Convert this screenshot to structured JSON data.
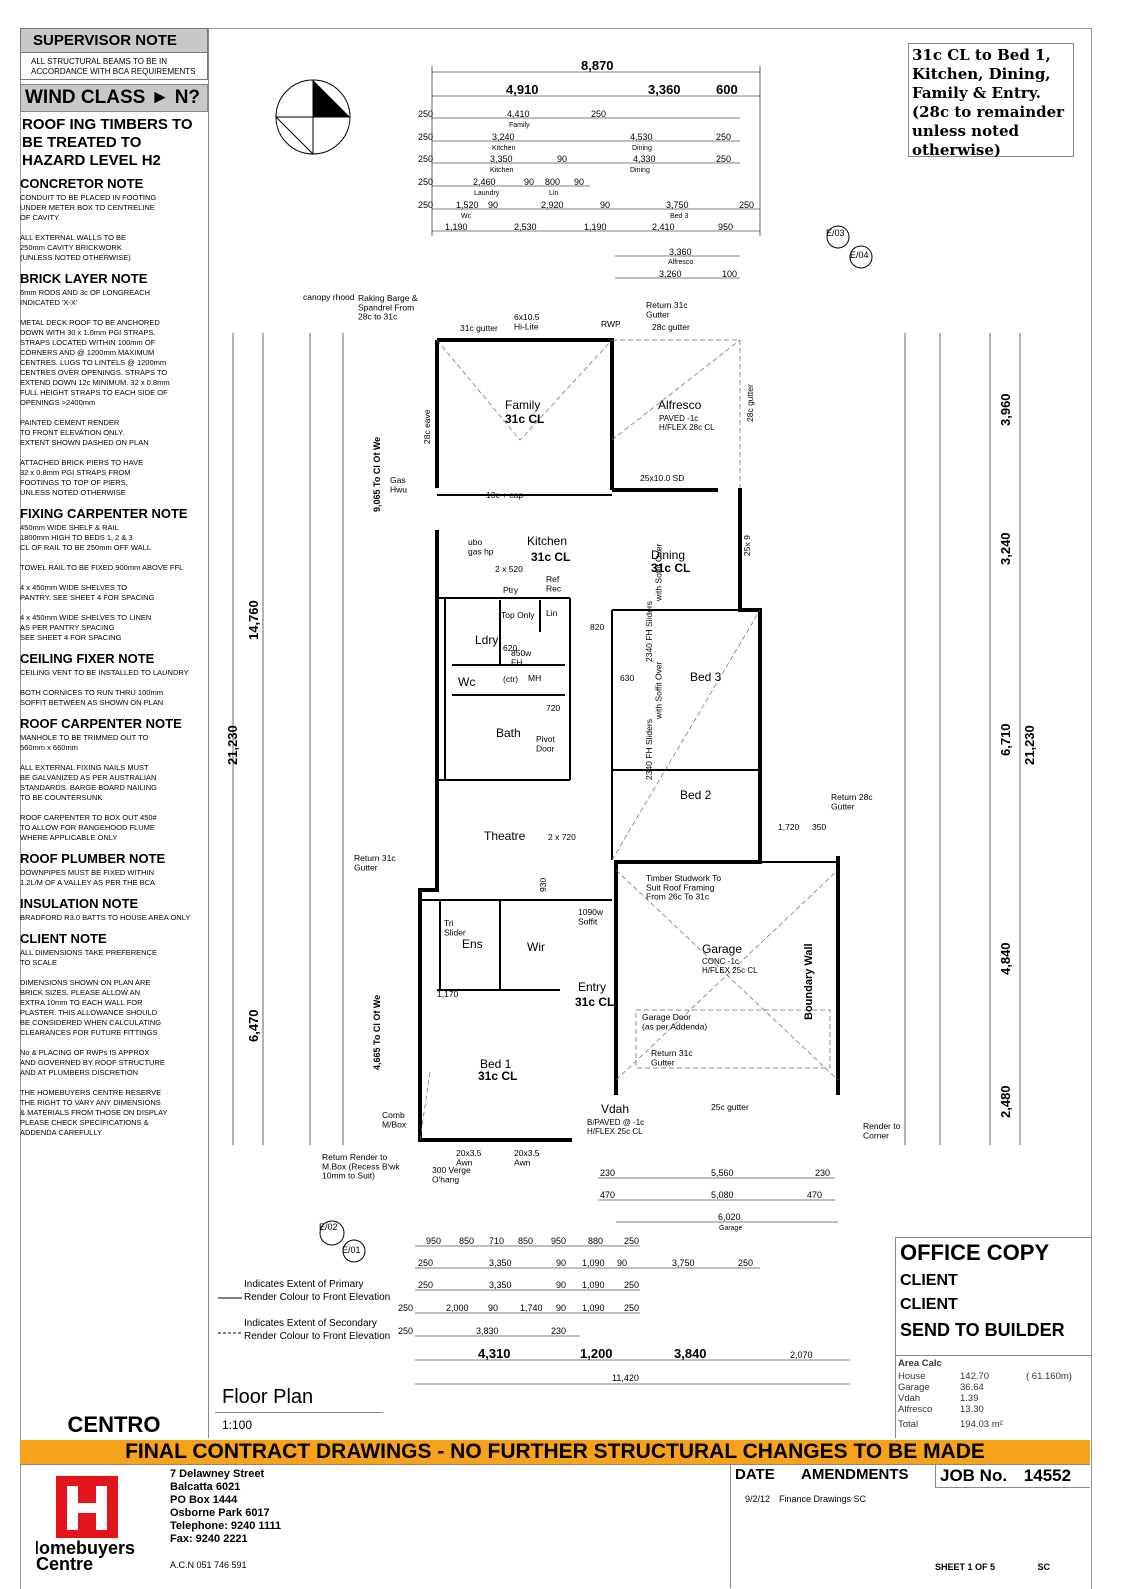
{
  "supervisor": {
    "title": "SUPERVISOR NOTE",
    "text": "ALL STRUCTURAL BEAMS TO BE IN ACCORDANCE WITH BCA REQUIREMENTS"
  },
  "wind_class": "WIND CLASS  ► N?",
  "roofing_note": "ROOF ING TIMBERS TO BE TREATED TO HAZARD LEVEL H2",
  "notes": [
    {
      "heading": "CONCRETOR NOTE",
      "text": "CONDUIT TO BE PLACED IN FOOTING\nUNDER METER BOX TO CENTRELINE\nOF CAVITY\n\nALL EXTERNAL WALLS TO BE\n250mm CAVITY BRICKWORK\n(UNLESS NOTED OTHERWISE)"
    },
    {
      "heading": "BRICK LAYER NOTE",
      "text": "6mm RODS AND 3c OF LONGREACH\nINDICATED 'X-X'\n\nMETAL DECK ROOF TO BE ANCHORED\nDOWN WITH 30 x 1.0mm PGI STRAPS.\nSTRAPS LOCATED WITHIN 100mm OF\nCORNERS AND @ 1200mm MAXIMUM\nCENTRES. LUGS TO LINTELS @ 1200mm\nCENTRES OVER OPENINGS. STRAPS TO\nEXTEND DOWN 12c MINIMUM. 32 x 0.8mm\nFULL HEIGHT STRAPS TO EACH SIDE OF\nOPENINGS >2400mm\n\nPAINTED CEMENT RENDER\nTO FRONT ELEVATION ONLY.\nEXTENT SHOWN DASHED ON PLAN\n\nATTACHED BRICK PIERS TO HAVE\n32 x 0.8mm PGI STRAPS FROM\nFOOTINGS TO TOP OF PIERS,\nUNLESS NOTED OTHERWISE"
    },
    {
      "heading": "FIXING CARPENTER NOTE",
      "text": "450mm WIDE SHELF & RAIL\n1800mm HIGH TO BEDS 1, 2 & 3\nCL OF RAIL TO BE 250mm OFF WALL\n\nTOWEL RAIL TO BE FIXED 900mm ABOVE FFL\n\n4 x 450mm WIDE SHELVES TO\nPANTRY. SEE SHEET 4 FOR SPACING\n\n4 x 450mm WIDE SHELVES TO LINEN\nAS PER PANTRY SPACING\nSEE SHEET 4 FOR SPACING"
    },
    {
      "heading": "CEILING FIXER NOTE",
      "text": "CEILING VENT TO BE INSTALLED TO LAUNDRY\n\nBOTH CORNICES TO RUN THRU 100mm\nSOFFIT BETWEEN AS SHOWN ON PLAN"
    },
    {
      "heading": "ROOF CARPENTER NOTE",
      "text": "MANHOLE TO BE TRIMMED OUT TO\n560mm x 660mm\n\nALL EXTERNAL FIXING NAILS MUST\nBE GALVANIZED AS PER AUSTRALIAN\nSTANDARDS. BARGE BOARD NAILING\nTO BE COUNTERSUNK\n\nROOF CARPENTER TO BOX OUT 450#\nTO ALLOW FOR RANGEHOOD FLUME\nWHERE APPLICABLE ONLY"
    },
    {
      "heading": "ROOF PLUMBER NOTE",
      "text": "DOWNPIPES MUST BE FIXED WITHIN\n1.2L/M OF A VALLEY AS PER THE BCA"
    },
    {
      "heading": "INSULATION NOTE",
      "text": "BRADFORD R3.0 BATTS TO HOUSE AREA ONLY"
    },
    {
      "heading": "CLIENT NOTE",
      "text": "ALL DIMENSIONS TAKE PREFERENCE\nTO SCALE\n\nDIMENSIONS SHOWN ON PLAN ARE\nBRICK SIZES. PLEASE ALLOW AN\nEXTRA 10mm TO EACH WALL FOR\nPLASTER. THIS ALLOWANCE SHOULD\nBE CONSIDERED WHEN CALCULATING\nCLEARANCES FOR FUTURE FITTINGS\n\nNo & PLACING OF RWPs IS APPROX\nAND GOVERNED BY ROOF STRUCTURE\nAND AT PLUMBERS DISCRETION\n\nTHE HOMEBUYERS CENTRE RESERVE\nTHE RIGHT TO VARY ANY DIMENSIONS\n& MATERIALS FROM THOSE ON DISPLAY\nPLEASE CHECK SPECIFICATIONS &\nADDENDA CAREFULLY"
    }
  ],
  "ceiling_box": "31c CL to Bed 1,\nKitchen, Dining,\nFamily & Entry.\n(28c to remainder\nunless noted\notherwise)",
  "plan": {
    "top_dims": {
      "overall": "8,870",
      "row1": [
        "4,910",
        "3,360",
        "600"
      ],
      "family": [
        "250",
        "4,410",
        "250"
      ],
      "family_label": "Family",
      "kitchen_dining": [
        "250",
        "3,240",
        "4,530",
        "250"
      ],
      "kitchen_dining_labels": [
        "Kitchen",
        "Dining"
      ],
      "kitchen_dining2": [
        "250",
        "3,350",
        "90",
        "4,330",
        "250"
      ],
      "laundry": [
        "250",
        "2,460",
        "90",
        "800",
        "90"
      ],
      "laundry_labels": [
        "Laundry",
        "Lin"
      ],
      "wc_row": [
        "250",
        "1,520",
        "90",
        "2,920",
        "90",
        "3,750",
        "250"
      ],
      "wc_labels": [
        "Wc",
        "Bed 3"
      ],
      "bottom_row": [
        "1,190",
        "2,530",
        "1,190",
        "2,410",
        "950"
      ],
      "alfresco": [
        "3,360",
        "3,260",
        "100"
      ],
      "alfresco_label": "Alfresco"
    },
    "rooms": {
      "family": "Family",
      "family_cl": "31c CL",
      "alfresco": "Alfresco",
      "alfresco_sub": "PAVED -1c\nH/FLEX  28c CL",
      "kitchen": "Kitchen",
      "kitchen_cl": "31c CL",
      "dining": "Dining",
      "dining_cl": "31c CL",
      "ldry": "Ldry",
      "wc": "Wc",
      "bath": "Bath",
      "bed3": "Bed 3",
      "bed2": "Bed 2",
      "theatre": "Theatre",
      "ens": "Ens",
      "wir": "Wir",
      "entry": "Entry",
      "entry_cl": "31c CL",
      "garage": "Garage",
      "garage_sub": "CONC -1c\nH/FLEX  25c CL",
      "bed1": "Bed 1",
      "bed1_cl": "31c CL",
      "vdah": "Vdah",
      "vdah_sub": "B/PAVED @ -1c\nH/FLEX  25c CL"
    },
    "labels": {
      "canopy": "canopy rhood",
      "raking": "Raking Barge &\nSpandrel From\n28c to 31c",
      "gutter31": "31c gutter",
      "hilite": "6x10.5\nHi-Lite",
      "rwp": "RWP",
      "return31": "Return 31c\nGutter",
      "gutter28": "28c gutter",
      "eave28": "28c eave",
      "gutter28v": "28c gutter",
      "sd": "25x10.0 SD",
      "gas": "Gas\nHwu",
      "cap": "13c + cap",
      "ubo": "ubo\ngas hp",
      "k520": "2 x 520",
      "ptry": "Ptry",
      "ref": "Ref\nRec",
      "topony": "Top Only",
      "lin": "Lin",
      "w850": "850w\nFH",
      "ctr": "(ctr)",
      "mh": "MH",
      "d820a": "820",
      "d630": "630",
      "sliders": "2340 FH Sliders\nwith Soffit Over",
      "d720": "720",
      "pivot": "Pivot\nDoor",
      "d620": "620",
      "return28": "Return 28c\nGutter",
      "dim1720": "1,720",
      "dim350": "350",
      "timber": "Timber Studwork To\nSuit Roof Framing\nFrom 26c To 31c",
      "boundary": "Boundary Wall",
      "garage_door": "Garage Door\n(as per Addenda)",
      "return31b": "Return 31c\nGutter",
      "gutter25": "25c gutter",
      "render_corner": "Render to\nCorner",
      "comb": "Comb\nM/Box",
      "return_render": "Return Render to\nM.Box (Recess B'wk\n10mm to Suit)",
      "verge": "300 Verge\nO'hang",
      "awn1": "20x3.5\nAwn",
      "awn2": "20x3.5\nAwn",
      "soffit1090": "1090w\nSoffit",
      "d1170": "1,170",
      "return31c": "Return 31c\nGutter",
      "eave25": "25x 9",
      "x2720": "2 x 720",
      "d930": "930",
      "tri": "Tri\nSlider",
      "cl_we1": "9,065 To Cl Of We",
      "cl_we2": "4,665 To Cl Of We"
    },
    "left_dims": {
      "overall": "21,230",
      "upper": "14,760",
      "lower": "6,470"
    },
    "right_dims": [
      "3,960",
      "3,240",
      "6,710",
      "4,840",
      "2,480"
    ],
    "right_overall": "21,230",
    "bottom_dims": {
      "row_a": [
        "230",
        "5,560",
        "230"
      ],
      "row_b": [
        "470",
        "5,080",
        "470"
      ],
      "garage": "6,020",
      "garage_label": "Garage",
      "row_c": [
        "950",
        "850",
        "710",
        "850",
        "950",
        "880",
        "250"
      ],
      "theatre": [
        "250",
        "3,350",
        "90",
        "1,090",
        "90",
        "3,750",
        "250"
      ],
      "theatre2": [
        "250",
        "3,350",
        "90",
        "1,090",
        "250"
      ],
      "ens": [
        "250",
        "2,000",
        "90",
        "1,740",
        "90",
        "1,090",
        "250"
      ],
      "bed1": [
        "250",
        "3,830",
        "230"
      ],
      "totals": [
        "4,310",
        "1,200",
        "3,840",
        "2,070"
      ],
      "overall": "11,420"
    },
    "legend": {
      "primary": "Indicates Extent of Primary\nRender Colour to Front Elevation",
      "secondary": "Indicates Extent of Secondary\nRender Colour to Front Elevation"
    },
    "elevation_tags": [
      "E/03",
      "E/04",
      "E/02",
      "E/01"
    ]
  },
  "office": {
    "title": "OFFICE COPY",
    "client1": "CLIENT",
    "client2": "CLIENT",
    "builder": "SEND TO BUILDER"
  },
  "area_calc": {
    "heading": "Area Calc",
    "rows": [
      {
        "label": "House",
        "value": "142.70",
        "extra": "( 61.160m)"
      },
      {
        "label": "Garage",
        "value": "36.64",
        "extra": ""
      },
      {
        "label": "Vdah",
        "value": "1.39",
        "extra": ""
      },
      {
        "label": "Alfresco",
        "value": "13.30",
        "extra": ""
      },
      {
        "label": "Total",
        "value": "194.03 m²",
        "extra": ""
      }
    ]
  },
  "floor_plan_title": "Floor Plan",
  "scale": "1:100",
  "design_name": "CENTRO",
  "banner": "FINAL CONTRACT DRAWINGS - NO FURTHER STRUCTURAL CHANGES TO BE MADE",
  "company": {
    "name": "Homebuyers\nCentre",
    "address": "7 Delawney Street\nBalcatta 6021\nPO Box 1444\nOsborne Park 6017\nTelephone: 9240 1111\nFax: 9240 2221",
    "acn": "A.C.N 051 746 591"
  },
  "amendments": {
    "date_hdr": "DATE",
    "amend_hdr": "AMENDMENTS",
    "rows": [
      {
        "date": "9/2/12",
        "text": "Finance Drawings SC"
      }
    ]
  },
  "job": {
    "label": "JOB No.",
    "number": "14552"
  },
  "sheet": "SHEET 1 OF  5",
  "sheet_code": "SC"
}
